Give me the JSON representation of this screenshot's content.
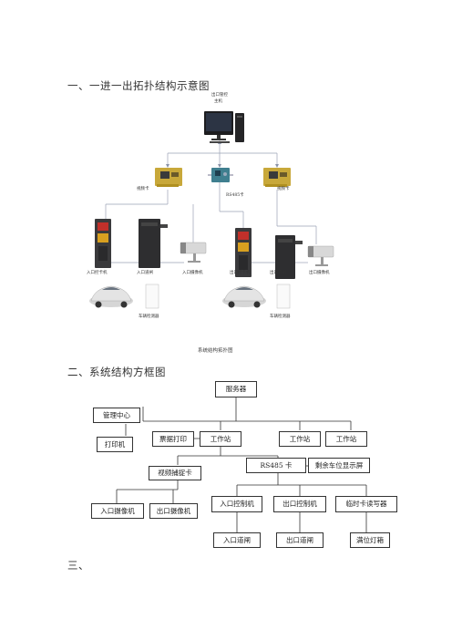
{
  "headings": {
    "h1": "一、一进一出拓扑结构示意图",
    "h2": "二、系统结构方框图",
    "h3": "三、"
  },
  "topology": {
    "pc_label_1": "出口管控",
    "pc_label_2": "主机",
    "card_left": "视频卡",
    "card_right": "视频卡",
    "rs485": "RS485卡",
    "entry_controller": "入口控卡机",
    "entry_gate": "入口道闸",
    "entry_camera": "入口摄像机",
    "exit_controller": "出口控卡机",
    "exit_gate": "出口道闸",
    "exit_camera": "出口摄像机",
    "entry_detector": "车辆检测器",
    "exit_detector": "车辆检测器",
    "caption": "系统结构拓扑图"
  },
  "block_diagram": {
    "server": "服务器",
    "mgmt": "管理中心",
    "printer": "打印机",
    "ticket": "票据打印",
    "ws1": "工作站",
    "ws2": "工作站",
    "ws3": "工作站",
    "capture": "视频捕捉卡",
    "rs485": "RS485 卡",
    "display": "剩余车位显示屏",
    "in_cam": "入口摄像机",
    "out_cam": "出口摄像机",
    "in_ctrl": "入口控制机",
    "out_ctrl": "出口控制机",
    "rw": "临时卡读写器",
    "in_gate": "入口道闸",
    "out_gate": "出口道闸",
    "full_light": "满位灯箱"
  }
}
